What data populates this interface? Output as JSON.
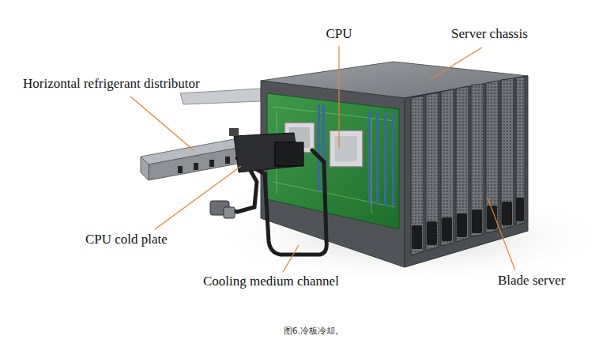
{
  "diagram": {
    "caption": "图6.冷板冷却。",
    "labels": [
      "CPU",
      "Server chassis",
      "Horizontal refrigerant distributor",
      "CPU cold plate",
      "Cooling medium channel",
      "Blade server"
    ]
  }
}
